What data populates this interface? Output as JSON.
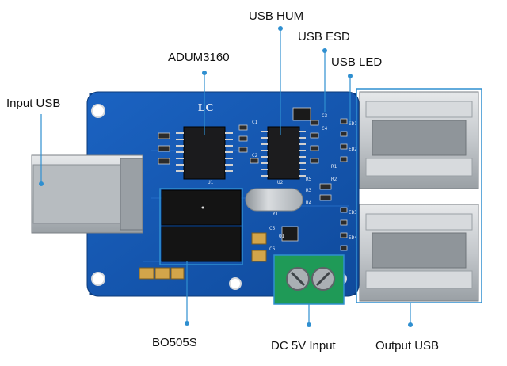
{
  "labels": {
    "usb_hum": "USB HUM",
    "usb_esd": "USB ESD",
    "adum3160": "ADUM3160",
    "usb_led": "USB LED",
    "input_usb": "Input USB",
    "bo505s": "BO505S",
    "dc_input": "DC 5V Input",
    "output_usb": "Output USB"
  },
  "silkscreen": {
    "logo": "LC",
    "refs": [
      "C1",
      "C2",
      "C3",
      "C4",
      "C5",
      "C6",
      "R1",
      "R2",
      "R3",
      "R4",
      "R5",
      "ED1",
      "ED2",
      "ED3",
      "ED4",
      "Q1",
      "U1",
      "U2",
      "Y1"
    ]
  },
  "colors": {
    "pcb": "#1457b0",
    "callout": "#2f8fd0",
    "terminal": "#1f9a57",
    "usb_metal": "#c9cdd0"
  }
}
